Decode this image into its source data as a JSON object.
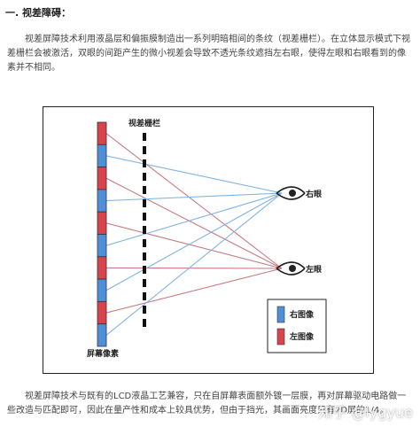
{
  "heading": "一. 视差障碍：",
  "paragraph1": "视差屏障技术利用液晶层和偏振膜制造出一系列明暗相间的条纹（视差栅栏）。在立体显示模式下视差栅栏会被激活，双眼的间距产生的微小视差会导致不透光条纹遮挡左右眼，使得左眼和右眼看到的像素并不相同。",
  "paragraph2": "视差屏障技术与既有的LCD液晶工艺兼容，只在自屏幕表面额外镀一层膜，再对屏幕驱动电路做一些改造与匹配即可，因此在量产性和成本上较具优势，但由于挡光，其画面亮度只有2D屏的1/4。",
  "diagram": {
    "barrier_label": "视差栅栏",
    "pixel_label": "屏幕像素",
    "right_eye_label": "右眼",
    "left_eye_label": "左眼",
    "legend_right": "右图像",
    "legend_left": "左图像",
    "color_right": "#4f8fd8",
    "color_left": "#d9434b",
    "line_right": "#7fb3e6",
    "line_left": "#c97a82"
  },
  "watermark": "知乎 @lygyue"
}
